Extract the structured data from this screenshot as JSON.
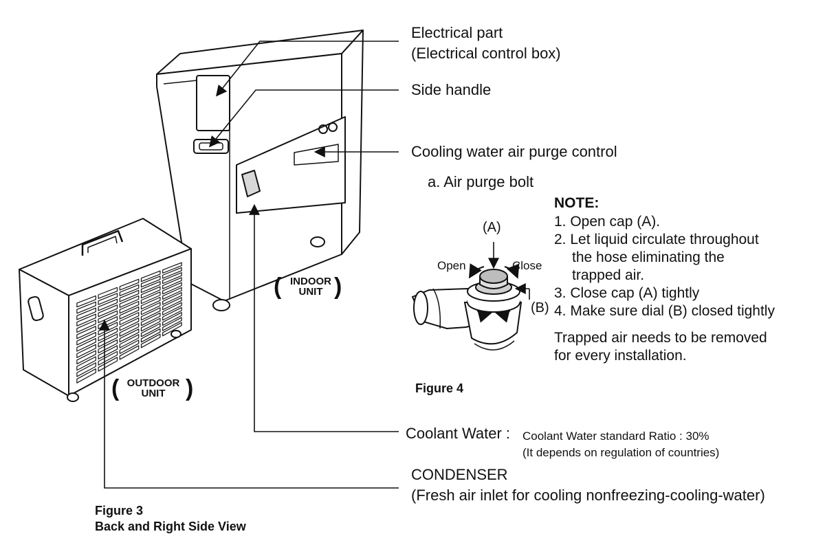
{
  "labels": {
    "electrical_part": "Electrical part",
    "electrical_control_box": "(Electrical control box)",
    "side_handle": "Side handle",
    "air_purge_control": "Cooling water air purge control",
    "air_purge_bolt": "a. Air purge bolt",
    "coolant_water": "Coolant Water :",
    "coolant_ratio": "Coolant Water standard Ratio : 30%",
    "coolant_regulation": "(It depends on regulation of countries)",
    "condenser": "CONDENSER",
    "condenser_desc": "(Fresh air inlet for cooling nonfreezing-cooling-water)"
  },
  "units": {
    "indoor_l1": "INDOOR",
    "indoor_l2": "UNIT",
    "outdoor_l1": "OUTDOOR",
    "outdoor_l2": "UNIT"
  },
  "detail": {
    "cap_label": "(A)",
    "dial_label": "(B)",
    "open": "Open",
    "close": "Close"
  },
  "note": {
    "heading": "NOTE:",
    "step1": "1. Open cap (A).",
    "step2a": "2. Let liquid circulate throughout",
    "step2b": "the hose eliminating the",
    "step2c": "trapped air.",
    "step3": "3. Close cap (A) tightly",
    "step4": "4. Make sure dial (B) closed tightly",
    "footer1": "Trapped air needs to be removed",
    "footer2": "for every installation."
  },
  "figures": {
    "fig4": "Figure 4",
    "fig3_title": "Figure 3",
    "fig3_sub": "Back and Right Side View"
  },
  "icons": {
    "arrowhead": "arrowhead-icon",
    "rotate_arrow": "rotate-arrow-icon"
  }
}
